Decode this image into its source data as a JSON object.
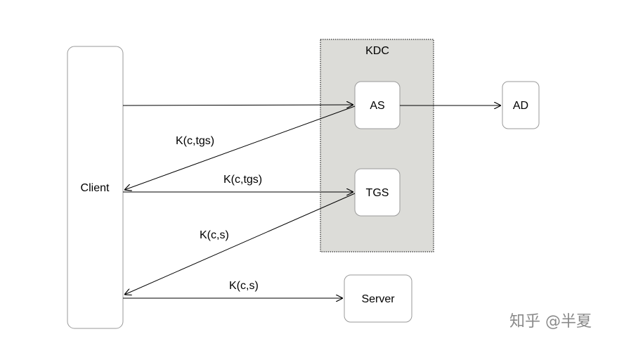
{
  "kdc": {
    "label": "KDC",
    "fill_color": "#dcdcd8"
  },
  "nodes": {
    "client": "Client",
    "as": "AS",
    "tgs": "TGS",
    "ad": "AD",
    "server": "Server"
  },
  "edges": {
    "as_to_client": "K(c,tgs)",
    "client_to_tgs": "K(c,tgs)",
    "tgs_to_client": "K(c,s)",
    "client_to_server": "K(c,s)"
  },
  "watermark": "知乎 @半夏",
  "colors": {
    "stroke": "#000000",
    "node_border": "#9a9a9a",
    "watermark": "#8a8a8a"
  }
}
